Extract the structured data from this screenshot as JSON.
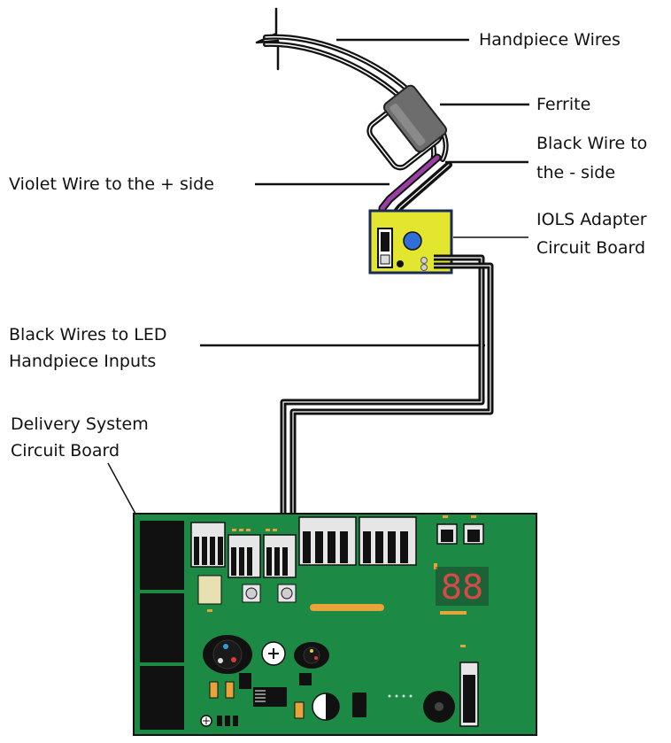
{
  "labels": {
    "handpiece_wires": "Handpiece Wires",
    "ferrite": "Ferrite",
    "black_wire_line1": "Black Wire to",
    "black_wire_line2": "the - side",
    "violet_wire": "Violet Wire to the + side",
    "iols_line1": "IOLS Adapter",
    "iols_line2": "Circuit Board",
    "black_wires_line1": "Black Wires to LED",
    "black_wires_line2": "Handpiece Inputs",
    "delivery_line1": "Delivery System",
    "delivery_line2": "Circuit Board"
  },
  "colors": {
    "board_green": "#1c8a45",
    "adapter_yellow": "#e3e62f",
    "violet_wire": "#9b3fa6",
    "wire_black": "#111111",
    "ferrite_gray": "#6d6d6d",
    "connector_blue": "#2f6fd8"
  },
  "display": {
    "digits": "88"
  }
}
